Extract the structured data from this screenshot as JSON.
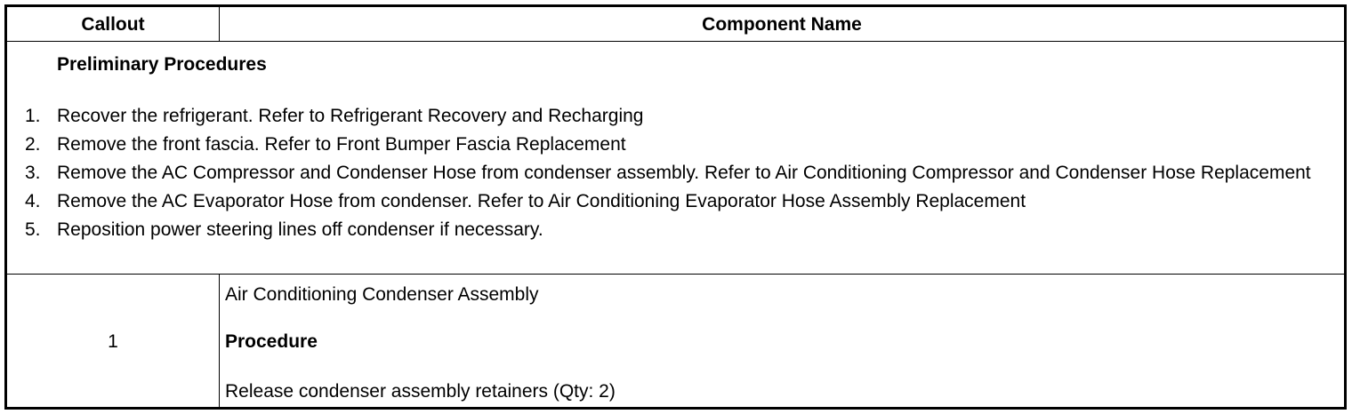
{
  "table": {
    "headers": {
      "callout": "Callout",
      "component": "Component Name"
    },
    "preliminary": {
      "title": "Preliminary Procedures",
      "steps": [
        {
          "num": "1.",
          "text": "Recover the refrigerant. Refer to Refrigerant Recovery and Recharging"
        },
        {
          "num": "2.",
          "text": "Remove the front fascia. Refer to Front Bumper Fascia Replacement"
        },
        {
          "num": "3.",
          "text": "Remove the AC Compressor and Condenser Hose from condenser assembly. Refer to Air Conditioning Compressor and Condenser Hose Replacement"
        },
        {
          "num": "4.",
          "text": "Remove the AC Evaporator Hose from condenser. Refer to Air Conditioning Evaporator Hose Assembly Replacement"
        },
        {
          "num": "5.",
          "text": "Reposition power steering lines off condenser if necessary."
        }
      ]
    },
    "rows": [
      {
        "callout": "1",
        "component_name": "Air Conditioning Condenser Assembly",
        "procedure_title": "Procedure",
        "procedure_text": "Release condenser assembly retainers (Qty: 2)"
      }
    ]
  }
}
